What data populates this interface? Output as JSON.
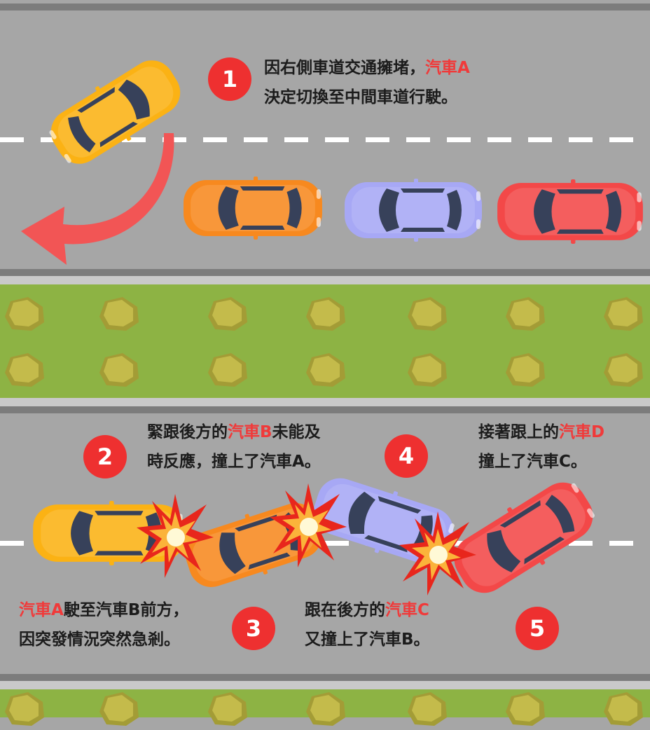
{
  "cars": {
    "A": {
      "label": "汽車A",
      "color": "#fbb214"
    },
    "B": {
      "label": "汽車B",
      "color": "#f7891f"
    },
    "C": {
      "label": "汽車C",
      "color": "#a7a8f5"
    },
    "D": {
      "label": "汽車D",
      "color": "#f34848"
    }
  },
  "colors": {
    "badge": "#ee3030",
    "highlight": "#f03a3a",
    "road": "#a6a6a6",
    "grass": "#8db344"
  },
  "steps": [
    {
      "number": "1",
      "lines": [
        [
          "因右側車道交通擁堵，",
          "汽車A"
        ],
        [
          "決定切換至中間車道行駛。"
        ]
      ]
    },
    {
      "number": "2",
      "lines": [
        [
          "緊跟後方的",
          "汽車B",
          "未能及"
        ],
        [
          "時反應，撞上了汽車A。"
        ]
      ]
    },
    {
      "number": "3",
      "lines": [
        [
          "汽車A",
          "駛至汽車B前方，"
        ],
        [
          "因突發情況突然急剎。"
        ]
      ]
    },
    {
      "number": "4",
      "lines": [
        [
          "接著跟上的",
          "汽車D"
        ],
        [
          "撞上了汽車C。"
        ]
      ]
    },
    {
      "number": "5",
      "lines": [
        [
          "跟在後方的",
          "汽車C"
        ],
        [
          "又撞上了汽車B。"
        ]
      ]
    }
  ]
}
